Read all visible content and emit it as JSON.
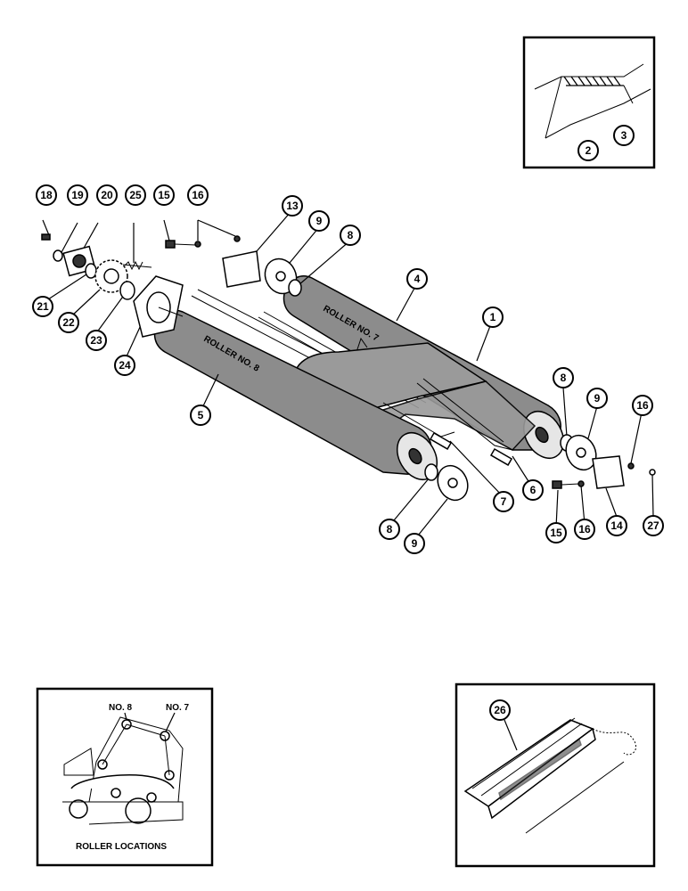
{
  "callouts": [
    {
      "id": "c1",
      "label": "1"
    },
    {
      "id": "c2",
      "label": "2"
    },
    {
      "id": "c3",
      "label": "3"
    },
    {
      "id": "c4",
      "label": "4"
    },
    {
      "id": "c5",
      "label": "5"
    },
    {
      "id": "c6",
      "label": "6"
    },
    {
      "id": "c7",
      "label": "7"
    },
    {
      "id": "c8a",
      "label": "8"
    },
    {
      "id": "c8b",
      "label": "8"
    },
    {
      "id": "c8c",
      "label": "8"
    },
    {
      "id": "c9a",
      "label": "9"
    },
    {
      "id": "c9b",
      "label": "9"
    },
    {
      "id": "c9c",
      "label": "9"
    },
    {
      "id": "c13",
      "label": "13"
    },
    {
      "id": "c14",
      "label": "14"
    },
    {
      "id": "c15a",
      "label": "15"
    },
    {
      "id": "c15b",
      "label": "15"
    },
    {
      "id": "c16a",
      "label": "16"
    },
    {
      "id": "c16b",
      "label": "16"
    },
    {
      "id": "c16c",
      "label": "16"
    },
    {
      "id": "c18",
      "label": "18"
    },
    {
      "id": "c19",
      "label": "19"
    },
    {
      "id": "c20",
      "label": "20"
    },
    {
      "id": "c21",
      "label": "21"
    },
    {
      "id": "c22",
      "label": "22"
    },
    {
      "id": "c23",
      "label": "23"
    },
    {
      "id": "c24",
      "label": "24"
    },
    {
      "id": "c25",
      "label": "25"
    },
    {
      "id": "c26",
      "label": "26"
    },
    {
      "id": "c27",
      "label": "27"
    }
  ],
  "roller_labels": {
    "roller7": "ROLLER NO. 7",
    "roller8": "ROLLER NO. 8"
  },
  "roller_locations_inset": {
    "no8": "NO. 8",
    "no7": "NO. 7",
    "caption": "ROLLER LOCATIONS"
  }
}
